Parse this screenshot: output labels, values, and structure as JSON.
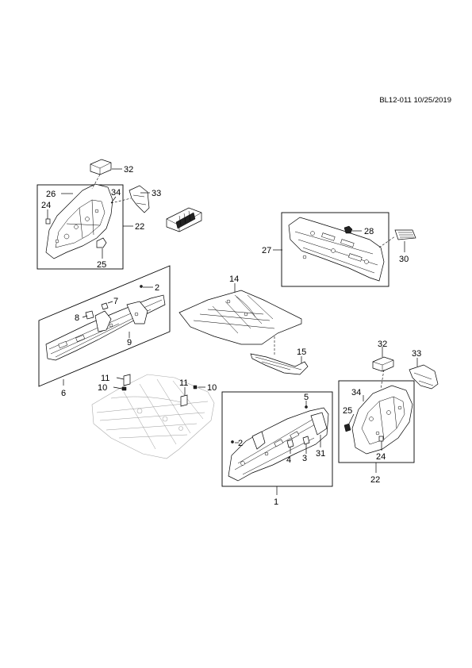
{
  "document": {
    "code": "BL12-011 10/25/2019"
  },
  "callouts": {
    "c32a": "32",
    "c26": "26",
    "c34a": "34",
    "c33a": "33",
    "c24a": "24",
    "c22a": "22",
    "c25a": "25",
    "c28": "28",
    "c27": "27",
    "c30": "30",
    "c2a": "2",
    "c7": "7",
    "c8": "8",
    "c9": "9",
    "c6": "6",
    "c14": "14",
    "c15": "15",
    "c11a": "11",
    "c10a": "10",
    "c11b": "11",
    "c10b": "10",
    "c5": "5",
    "c2b": "2",
    "c4": "4",
    "c3": "3",
    "c31": "31",
    "c1": "1",
    "c32b": "32",
    "c33b": "33",
    "c34b": "34",
    "c25b": "25",
    "c24b": "24",
    "c22b": "22"
  }
}
